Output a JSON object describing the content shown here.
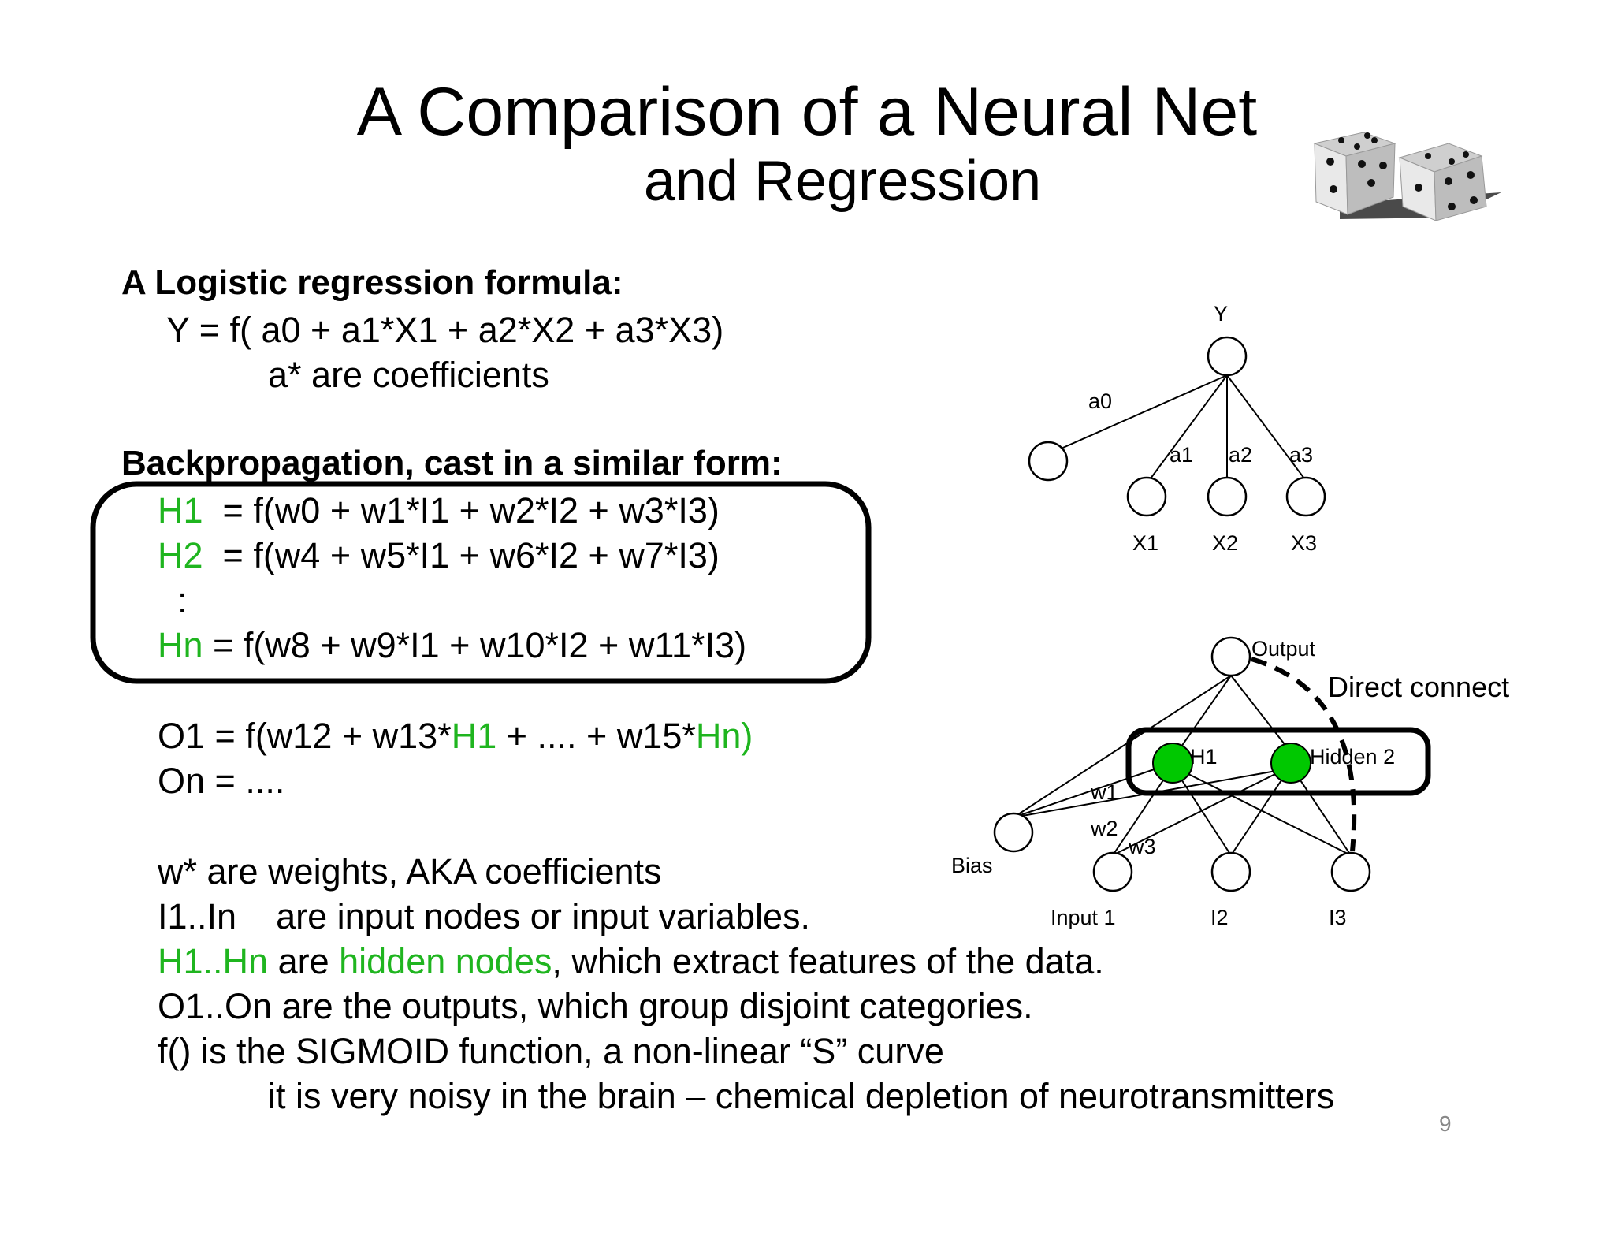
{
  "title": {
    "line1": "A Comparison of a Neural Net",
    "line2": "and Regression"
  },
  "logistic": {
    "heading": "A Logistic regression formula:",
    "formula": "Y = f( a0 + a1*X1 + a2*X2 + a3*X3)",
    "note": "a* are coefficients"
  },
  "backprop": {
    "heading": "Backpropagation, cast in a similar form:",
    "h1_label": "H1",
    "h1_rest": "  = f(w0 + w1*I1 + w2*I2 + w3*I3)",
    "h2_label": "H2",
    "h2_rest": "  = f(w4 + w5*I1 + w6*I2 + w7*I3)",
    "ellipsis": ":",
    "hn_label": "Hn",
    "hn_rest": " = f(w8 + w9*I1 + w10*I2 + w11*I3)",
    "o1_start": "O1 = f(w12 + w13*",
    "o1_h1": "H1",
    "o1_mid": " + .... + w15*",
    "o1_hn": "Hn)",
    "on_line": "On = ...."
  },
  "definitions": {
    "weights": "w* are weights, AKA coefficients",
    "inputs": "I1..In    are input nodes or input variables.",
    "hidden_label": "H1..Hn",
    "hidden_are": " are ",
    "hidden_nodes": "hidden nodes",
    "hidden_rest": ", which extract features of the data.",
    "outputs": "O1..On are the outputs, which group disjoint categories.",
    "sigmoid": "f() is the SIGMOID function, a non-linear “S” curve",
    "noise": "it is very noisy in the brain – chemical depletion of neurotransmitters"
  },
  "regression_diagram": {
    "y_label": "Y",
    "a0": "a0",
    "a1": "a1",
    "a2": "a2",
    "a3": "a3",
    "x1": "X1",
    "x2": "X2",
    "x3": "X3"
  },
  "nn_diagram": {
    "output": "Output",
    "direct_connect": "Direct connect",
    "h1": "H1",
    "hidden2": "Hidden 2",
    "w1": "w1",
    "w2": "w2",
    "w3": "w3",
    "bias": "Bias",
    "input1": "Input 1",
    "i2": "I2",
    "i3": "I3",
    "hidden_color": "#00c800"
  },
  "icons": {
    "dice": "dice-icon"
  },
  "page_number": "9"
}
